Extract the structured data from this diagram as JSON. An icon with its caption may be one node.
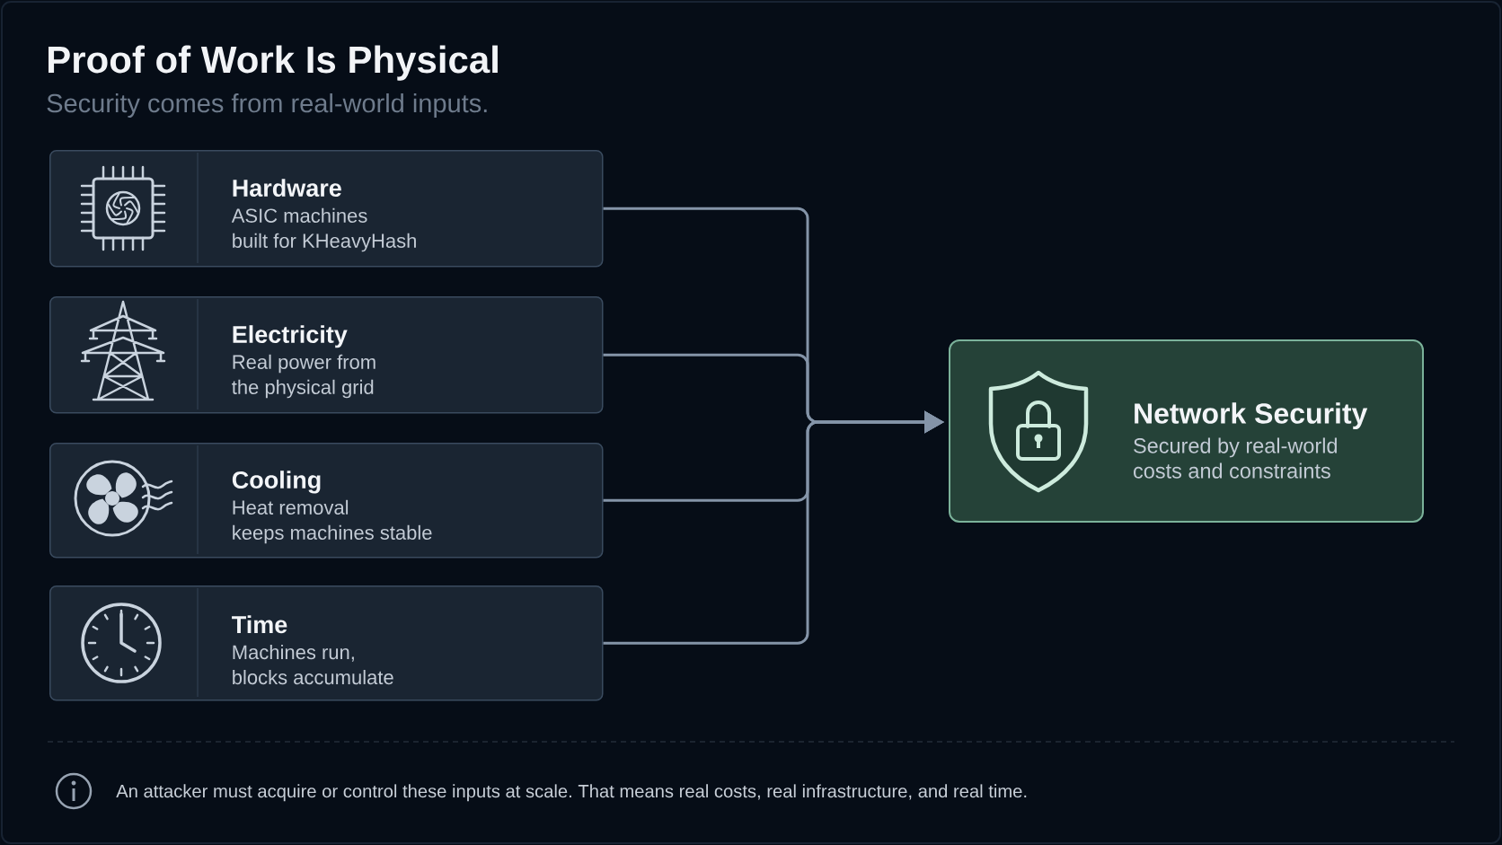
{
  "diagram": {
    "title": "Proof of Work Is Physical",
    "nodes": [
      {
        "text": [
          "Hardware",
          "ASIC machines built for KHeavyHash"
        ]
      },
      {
        "text": [
          "Electricity",
          "Real power from the physical grid"
        ]
      },
      {
        "text": [
          "Cooling",
          "Heat removal keeps machines stable"
        ]
      },
      {
        "text": [
          "Time",
          "Machines run, blocks accumulate"
        ]
      },
      {
        "text": [
          "Network Security",
          "Secured by real-world costs and constraints"
        ]
      }
    ],
    "edges": [
      {
        "from": 0,
        "to": 4,
        "arrow": "to"
      },
      {
        "from": 1,
        "to": 4,
        "arrow": "to"
      },
      {
        "from": 2,
        "to": 4,
        "arrow": "to"
      },
      {
        "from": 3,
        "to": 4,
        "arrow": "to"
      }
    ],
    "labels": [
      "Security comes from real-world inputs.",
      "An attacker must acquire or control these inputs at scale. That means real costs, real infrastructure, and real time."
    ]
  }
}
